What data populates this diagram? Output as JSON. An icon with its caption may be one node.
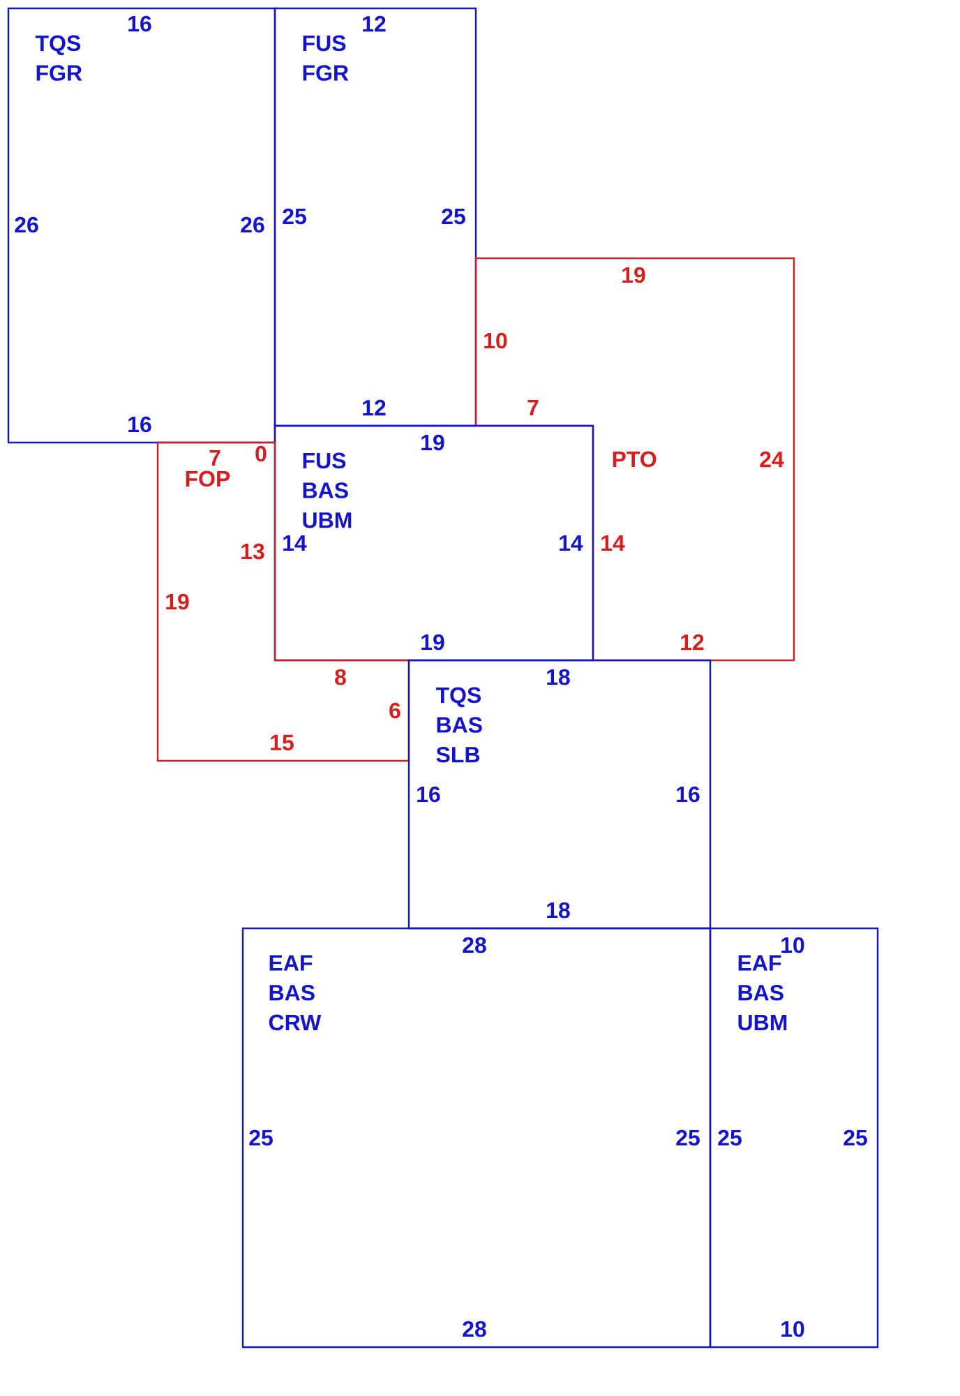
{
  "diagram": {
    "nodes": [
      {
        "text": [
          "TQS FGR",
          "16",
          "26",
          "26",
          "16"
        ]
      },
      {
        "text": [
          "FUS FGR",
          "12",
          "25",
          "25",
          "12"
        ]
      },
      {
        "text": [
          "PTO",
          "19",
          "10",
          "7",
          "24",
          "14",
          "12"
        ]
      },
      {
        "text": [
          "FUS BAS UBM",
          "19",
          "14",
          "14",
          "19"
        ]
      },
      {
        "text": [
          "FOP",
          "7",
          "0",
          "13",
          "19",
          "8",
          "6",
          "15"
        ]
      },
      {
        "text": [
          "TQS BAS SLB",
          "18",
          "16",
          "16",
          "18"
        ]
      },
      {
        "text": [
          "EAF BAS CRW",
          "28",
          "25",
          "25",
          "28"
        ]
      },
      {
        "text": [
          "EAF BAS UBM",
          "10",
          "25",
          "25",
          "10"
        ]
      }
    ]
  }
}
